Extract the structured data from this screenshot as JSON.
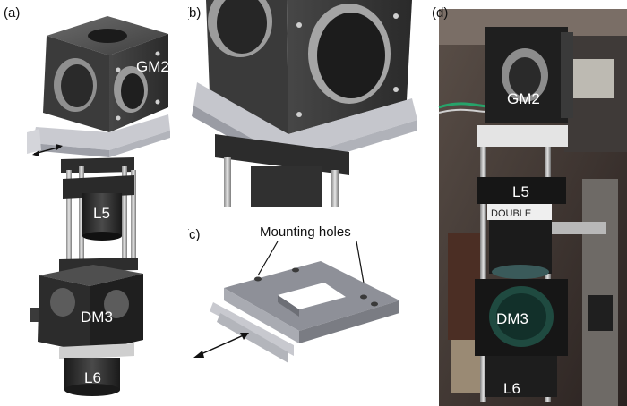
{
  "figure": {
    "panels": [
      {
        "letter": "(a)",
        "labels": {
          "gm2": "GM2",
          "l5": "L5",
          "dm3": "DM3",
          "l6": "L6"
        }
      },
      {
        "letter": "(b)"
      },
      {
        "letter": "(c)",
        "labels": {
          "holes": "Mounting holes"
        }
      },
      {
        "letter": "(d)",
        "labels": {
          "gm2": "GM2",
          "l5": "L5",
          "dm3": "DM3",
          "l6": "L6",
          "sticker": "DOUBLE"
        }
      }
    ]
  },
  "colors": {
    "metal_dark": "#2b2b2b",
    "metal_mid": "#4a4a4a",
    "plate_grey": "#c9cad0",
    "plate_dark": "#8e9098",
    "rod": "#bfbfbf",
    "photo_bg": "#3a3230"
  }
}
